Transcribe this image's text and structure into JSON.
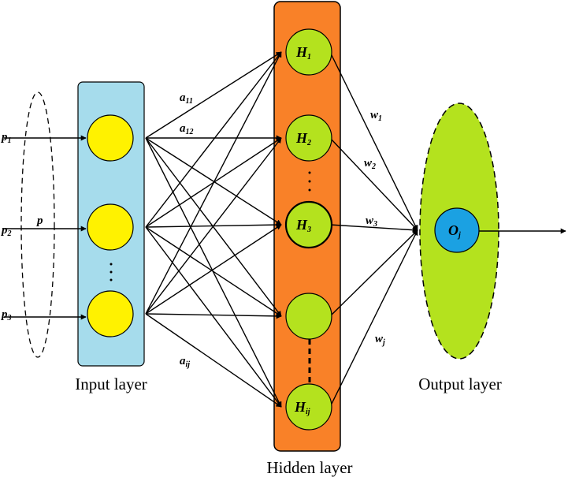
{
  "layers": {
    "input": "Input layer",
    "hidden": "Hidden layer",
    "output": "Output layer"
  },
  "inputs": [
    {
      "base": "p",
      "sub": "1"
    },
    {
      "base": "p",
      "sub": "2"
    },
    {
      "base": "p",
      "sub": "3"
    }
  ],
  "vector_label": "p",
  "hidden_nodes": [
    {
      "base": "H",
      "sub": "1"
    },
    {
      "base": "H",
      "sub": "2"
    },
    {
      "base": "H",
      "sub": "3"
    },
    {
      "base": "",
      "sub": ""
    },
    {
      "base": "H",
      "sub": "ij"
    }
  ],
  "output_node": {
    "base": "O",
    "sub": "j"
  },
  "input_weights": [
    {
      "base": "a",
      "sub": "11"
    },
    {
      "base": "a",
      "sub": "12"
    },
    {
      "base": "a",
      "sub": "ij"
    }
  ],
  "output_weights": [
    {
      "base": "w",
      "sub": "1"
    },
    {
      "base": "w",
      "sub": "2"
    },
    {
      "base": "w",
      "sub": "3"
    },
    {
      "base": "w",
      "sub": "j"
    }
  ],
  "colors": {
    "input_band": "#a6dcec",
    "input_node": "#fff200",
    "hidden_band": "#f98128",
    "hidden_node": "#b4e21e",
    "output_ellipse": "#b4e21e",
    "output_node": "#1ba1e2",
    "lines": "#000000"
  }
}
